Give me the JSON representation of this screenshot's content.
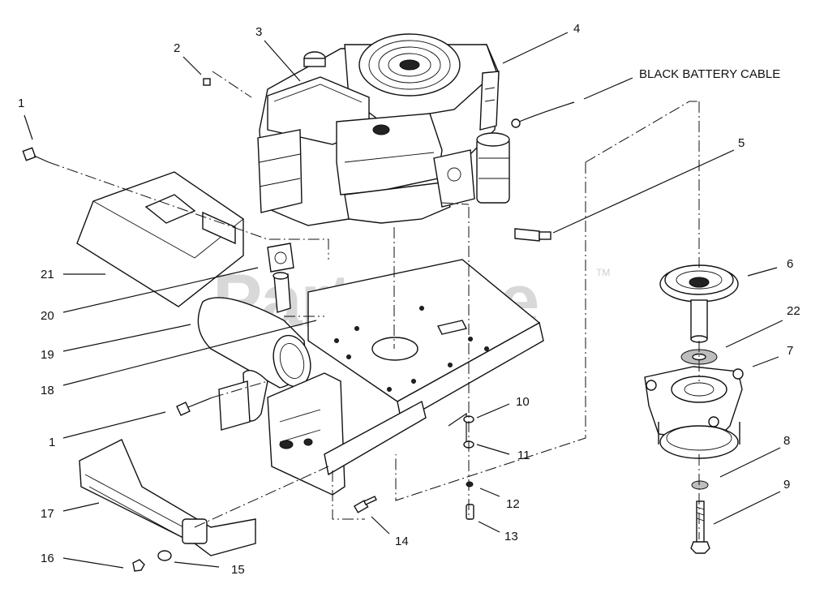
{
  "watermark": {
    "text": "PartsTree",
    "trademark": "TM"
  },
  "cable_label": "BLACK BATTERY CABLE",
  "callouts": [
    {
      "id": "c1a",
      "text": "1"
    },
    {
      "id": "c2",
      "text": "2"
    },
    {
      "id": "c3",
      "text": "3"
    },
    {
      "id": "c4",
      "text": "4"
    },
    {
      "id": "c5",
      "text": "5"
    },
    {
      "id": "c6",
      "text": "6"
    },
    {
      "id": "c22",
      "text": "22"
    },
    {
      "id": "c7",
      "text": "7"
    },
    {
      "id": "c21",
      "text": "21"
    },
    {
      "id": "c20",
      "text": "20"
    },
    {
      "id": "c19",
      "text": "19"
    },
    {
      "id": "c18",
      "text": "18"
    },
    {
      "id": "c1b",
      "text": "1"
    },
    {
      "id": "c17",
      "text": "17"
    },
    {
      "id": "c16",
      "text": "16"
    },
    {
      "id": "c15",
      "text": "15"
    },
    {
      "id": "c14",
      "text": "14"
    },
    {
      "id": "c10",
      "text": "10"
    },
    {
      "id": "c11",
      "text": "11"
    },
    {
      "id": "c12",
      "text": "12"
    },
    {
      "id": "c13",
      "text": "13"
    },
    {
      "id": "c8",
      "text": "8"
    },
    {
      "id": "c9",
      "text": "9"
    }
  ]
}
